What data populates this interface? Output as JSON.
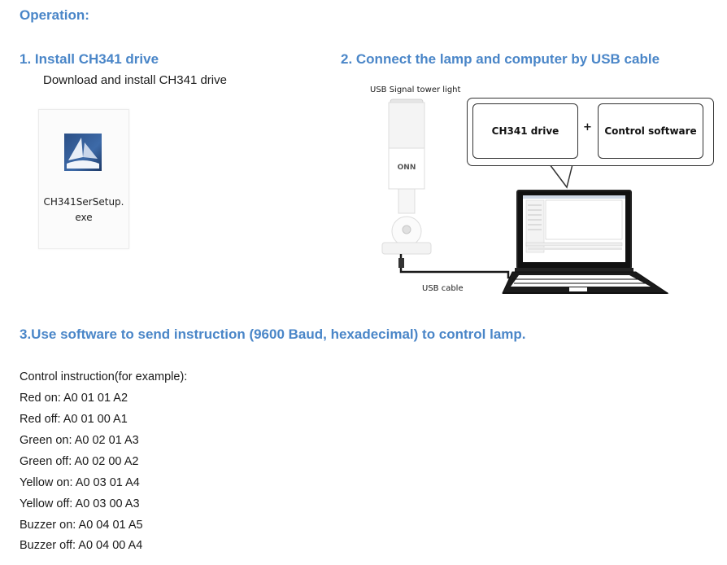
{
  "headings": {
    "operation": "Operation:",
    "step1": "1.  Install CH341 drive",
    "step2": "2. Connect the lamp and computer by USB cable",
    "step3": "3.Use software to send instruction (9600 Baud, hexadecimal) to control lamp."
  },
  "step1": {
    "description": "Download and install CH341 drive",
    "file_name_line1": "CH341SerSetup.",
    "file_name_line2": "exe",
    "file_icon": "installer-icon"
  },
  "diagram": {
    "tower_label": "USB Signal tower light",
    "tower_brand": "ONN",
    "callout_left": "CH341 drive",
    "callout_plus": "+",
    "callout_right": "Control software",
    "cable_label": "USB cable"
  },
  "instructions": {
    "title": "Control instruction(for example):",
    "items": [
      "Red on: A0 01 01 A2",
      "Red off: A0 01 00 A1",
      "Green on: A0 02 01 A3",
      "Green off: A0 02 00 A2",
      "Yellow on: A0 03 01 A4",
      "Yellow off: A0 03 00 A3",
      "Buzzer on: A0 04 01 A5",
      "Buzzer off: A0 04 00 A4"
    ]
  },
  "colors": {
    "heading": "#4a86c8",
    "text": "#1a1a1a"
  }
}
